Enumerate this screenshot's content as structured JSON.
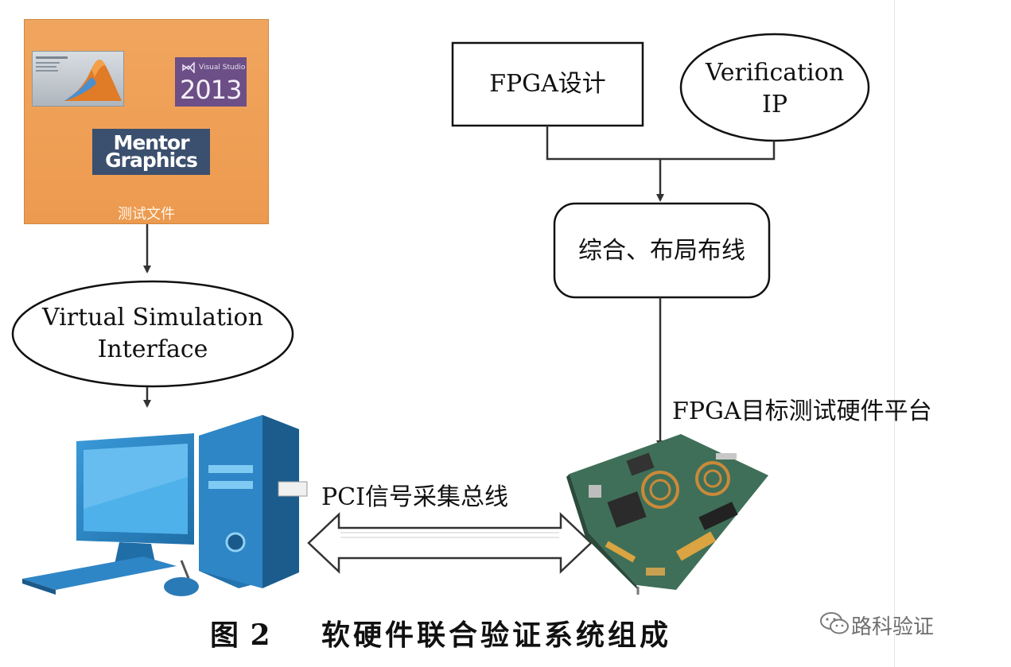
{
  "test_file_panel": {
    "visual_studio_label": "Visual Studio",
    "visual_studio_year": "2013",
    "mentor_line1": "Mentor",
    "mentor_line2": "Graphics",
    "caption": "测试文件"
  },
  "nodes": {
    "vsi_line1": "Virtual Simulation",
    "vsi_line2": "Interface",
    "fpga_design": "FPGA设计",
    "verification_line1": "Verification",
    "verification_line2": "IP",
    "synthesis": "综合、布局布线",
    "target_platform": "FPGA目标测试硬件平台",
    "pci_bus": "PCI信号采集总线"
  },
  "caption": {
    "figure_no": "图 2",
    "title": "软硬件联合验证系统组成"
  },
  "watermark": {
    "text": "路科验证",
    "icon": "wechat-icon"
  },
  "colors": {
    "panel_orange": "#ef9f55",
    "computer_blue": "#2f86c6",
    "pcb_green": "#3f6f58"
  }
}
